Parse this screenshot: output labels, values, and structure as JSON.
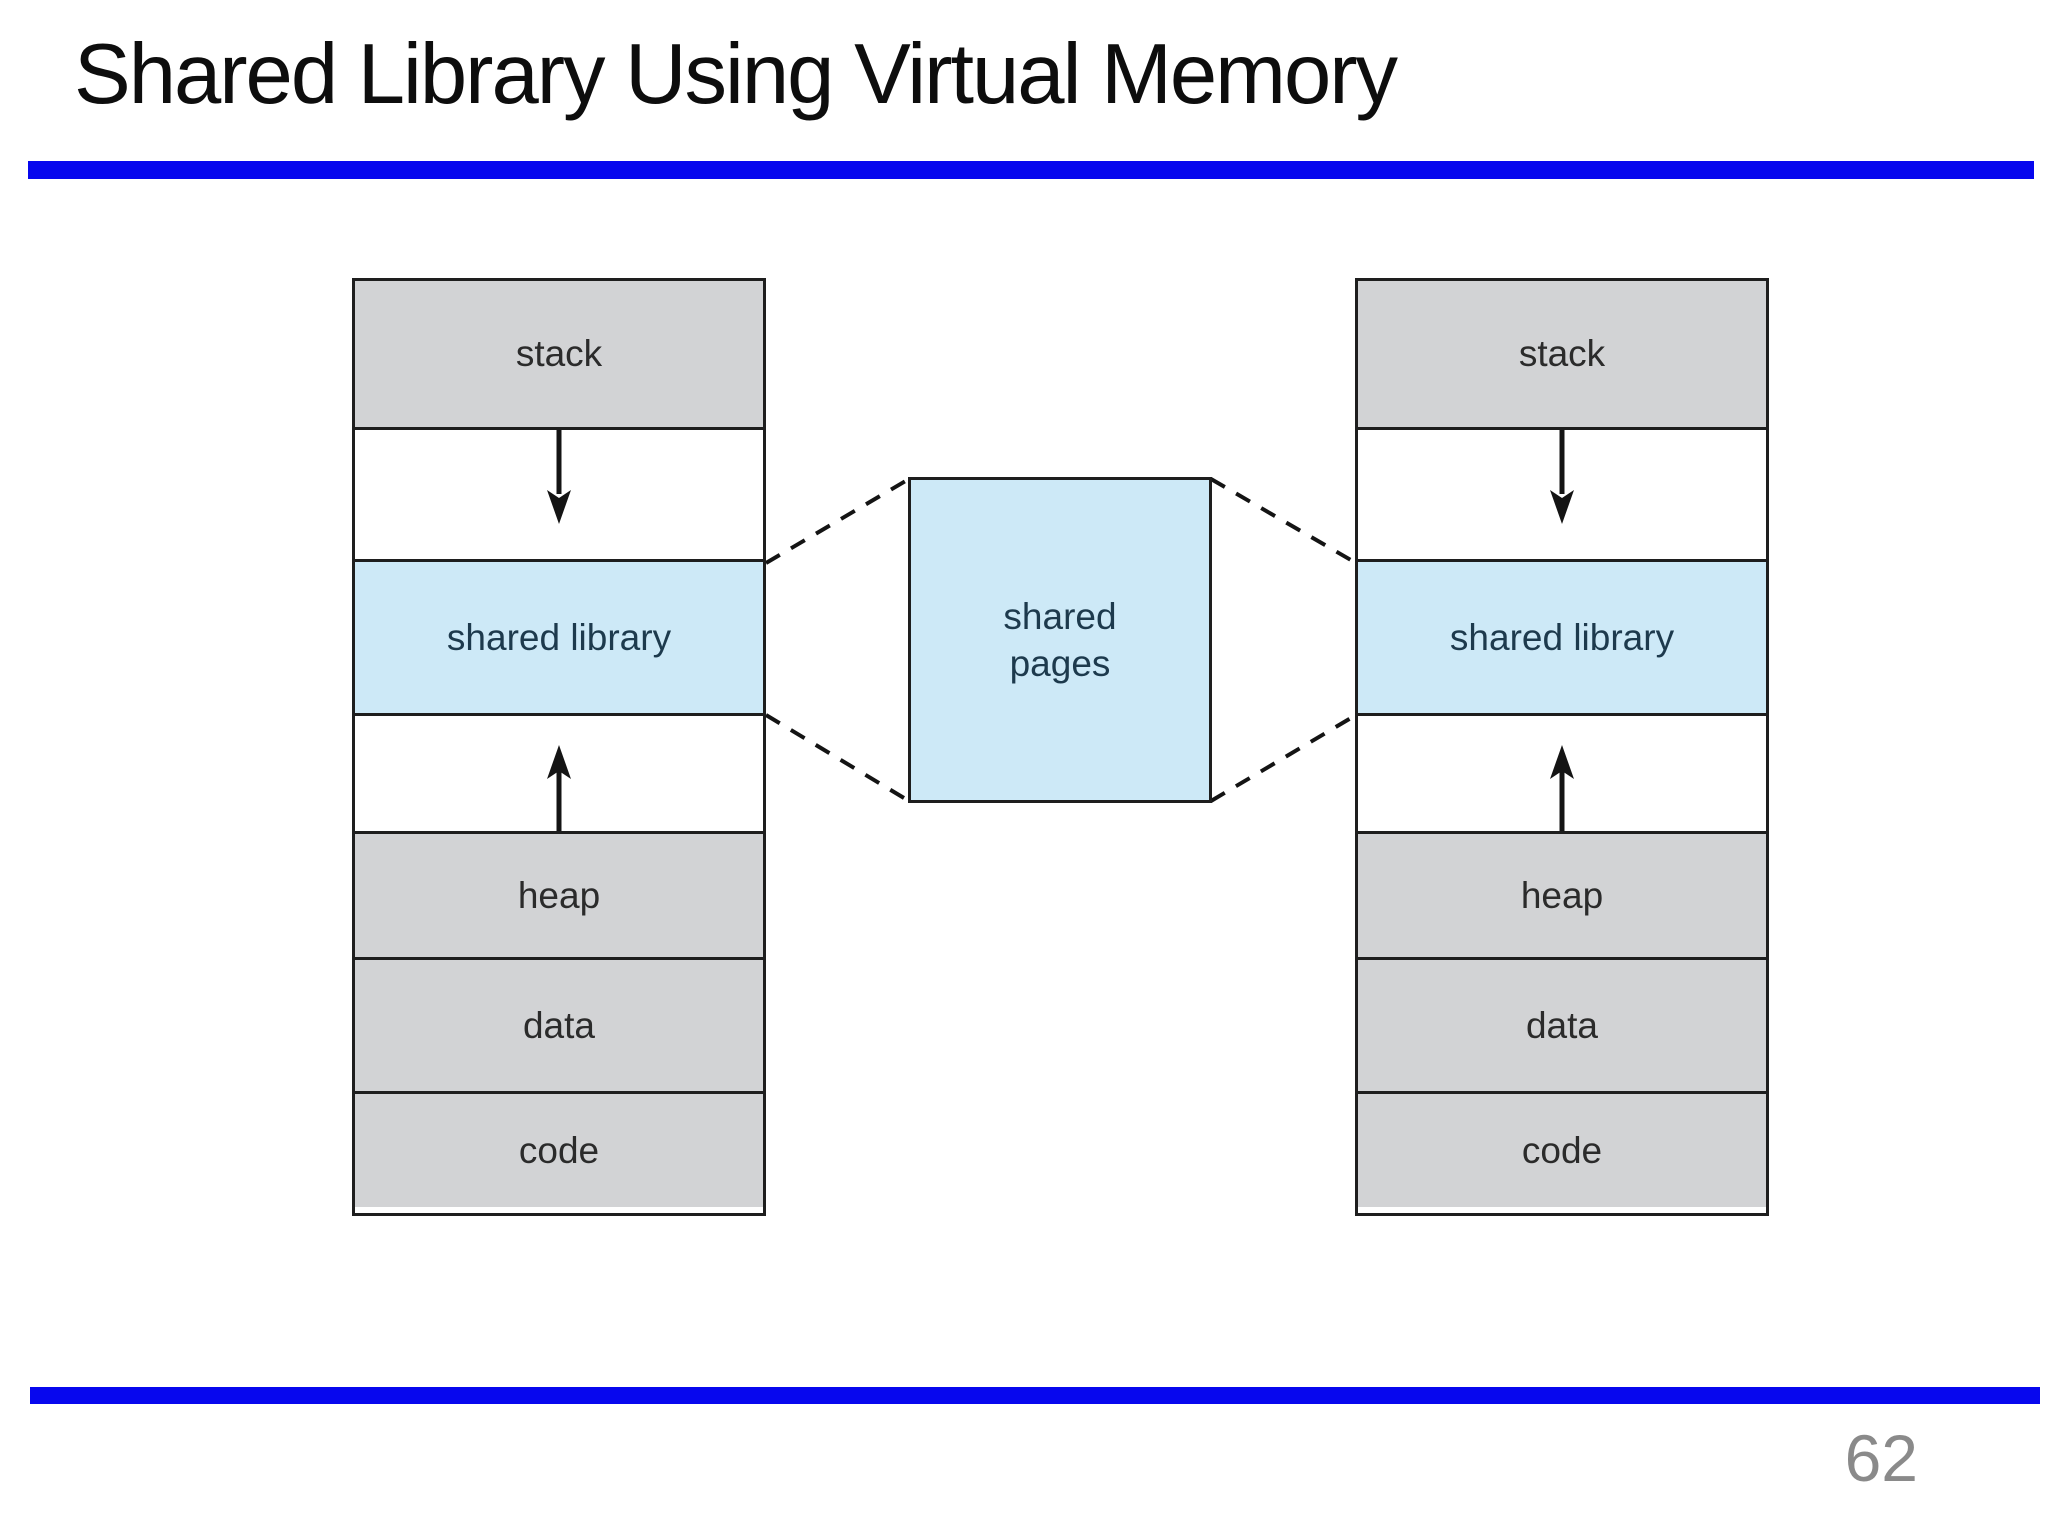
{
  "title": "Shared Library Using Virtual Memory",
  "page_number": "62",
  "colors": {
    "accent_rule_blue": "#0707ee",
    "box_gray": "#d2d3d5",
    "box_light_blue": "#cde9f7",
    "border_dark": "#1e1e1e",
    "label_dark": "#2b2b2b",
    "label_navy": "#1d3a4d",
    "page_number_gray": "#8a8a8a"
  },
  "diagram": {
    "processes": [
      {
        "id": "left-process-virtual-memory",
        "sections": [
          {
            "label": "stack"
          },
          {
            "icon": "arrow-down-icon"
          },
          {
            "label": "shared library"
          },
          {
            "icon": "arrow-up-icon"
          },
          {
            "label": "heap"
          },
          {
            "label": "data"
          },
          {
            "label": "code"
          }
        ]
      },
      {
        "id": "right-process-virtual-memory",
        "sections": [
          {
            "label": "stack"
          },
          {
            "icon": "arrow-down-icon"
          },
          {
            "label": "shared library"
          },
          {
            "icon": "arrow-up-icon"
          },
          {
            "label": "heap"
          },
          {
            "label": "data"
          },
          {
            "label": "code"
          }
        ]
      }
    ],
    "shared_pages": {
      "label": "shared pages"
    }
  }
}
